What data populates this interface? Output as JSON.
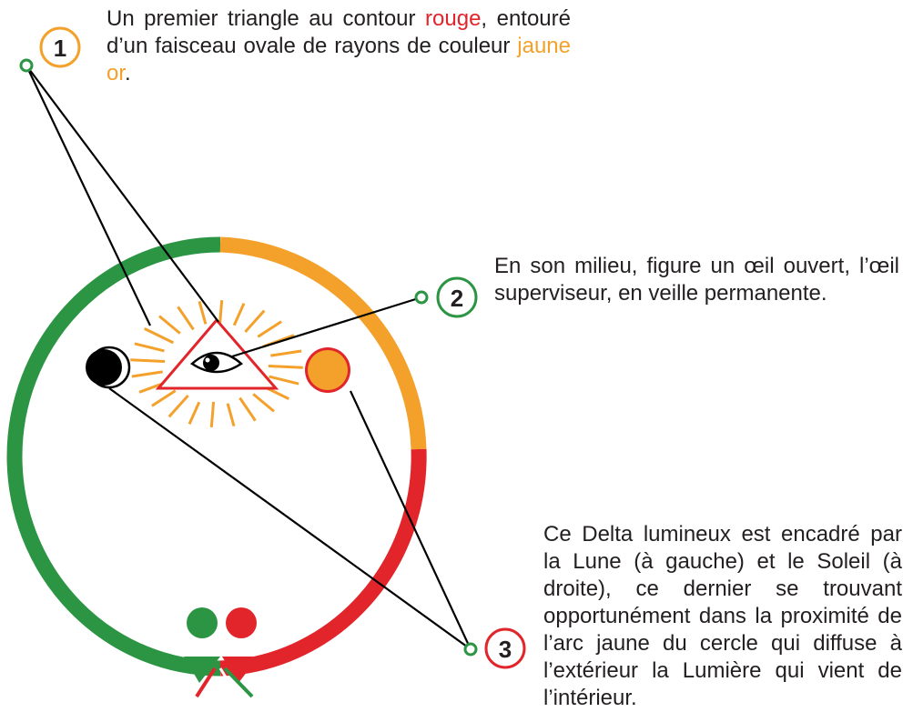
{
  "colors": {
    "green": "#2b9544",
    "orange": "#f4a12c",
    "red": "#e2252b",
    "black": "#000000",
    "text": "#231f20"
  },
  "callouts": [
    {
      "number": "1",
      "text_parts": [
        {
          "text": "Un premier triangle au contour ",
          "color": "#231f20"
        },
        {
          "text": "rouge",
          "color": "#e2252b"
        },
        {
          "text": ", entouré d’un faisceau ovale de rayons de couleur ",
          "color": "#231f20"
        },
        {
          "text": "jaune or",
          "color": "#f4a12c"
        },
        {
          "text": ".",
          "color": "#231f20"
        }
      ]
    },
    {
      "number": "2",
      "text": "En son milieu, figure un œil ouvert, l’œil superviseur, en veille permanente."
    },
    {
      "number": "3",
      "text": "Ce Delta lumineux est encadré par la Lune (à gauche) et le Soleil (à droite), ce dernier se trouvant opportunément dans la proximité de l’arc jaune du cercle qui diffuse à l’extérieur la Lumière qui vient de l’intérieur."
    }
  ]
}
